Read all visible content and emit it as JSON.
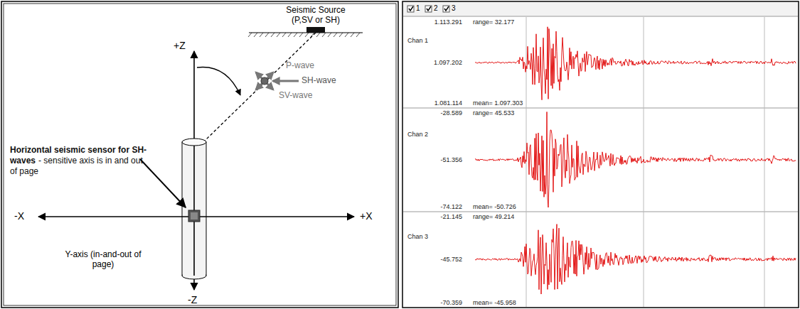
{
  "diagram": {
    "nodes": [
      {
        "text": [
          "Seismic Source (P,SV or SH)"
        ]
      },
      {
        "text": [
          "Chan 1",
          "1.113.291",
          "range= 32.177",
          "1.097.202",
          "1.081.114",
          "mean= 1.097.303"
        ]
      },
      {
        "text": [
          "Chan 2",
          "-28.589",
          "range= 45.533",
          "-51.356",
          "-74.122",
          "mean= -50.726"
        ]
      },
      {
        "text": [
          "Chan 3",
          "-21.145",
          "range= 49.214",
          "-45.752",
          "-70.359",
          "mean= -45.958"
        ]
      }
    ],
    "labels": [
      "+Z",
      "P-wave",
      "SH-wave",
      "SV-wave",
      "Horizontal seismic sensor for SH-waves",
      "- sensitive axis is in and out of page",
      "-X",
      "+X",
      "Y-axis (in-and-out of page)",
      "-Z",
      "1",
      "2",
      "3"
    ]
  }
}
